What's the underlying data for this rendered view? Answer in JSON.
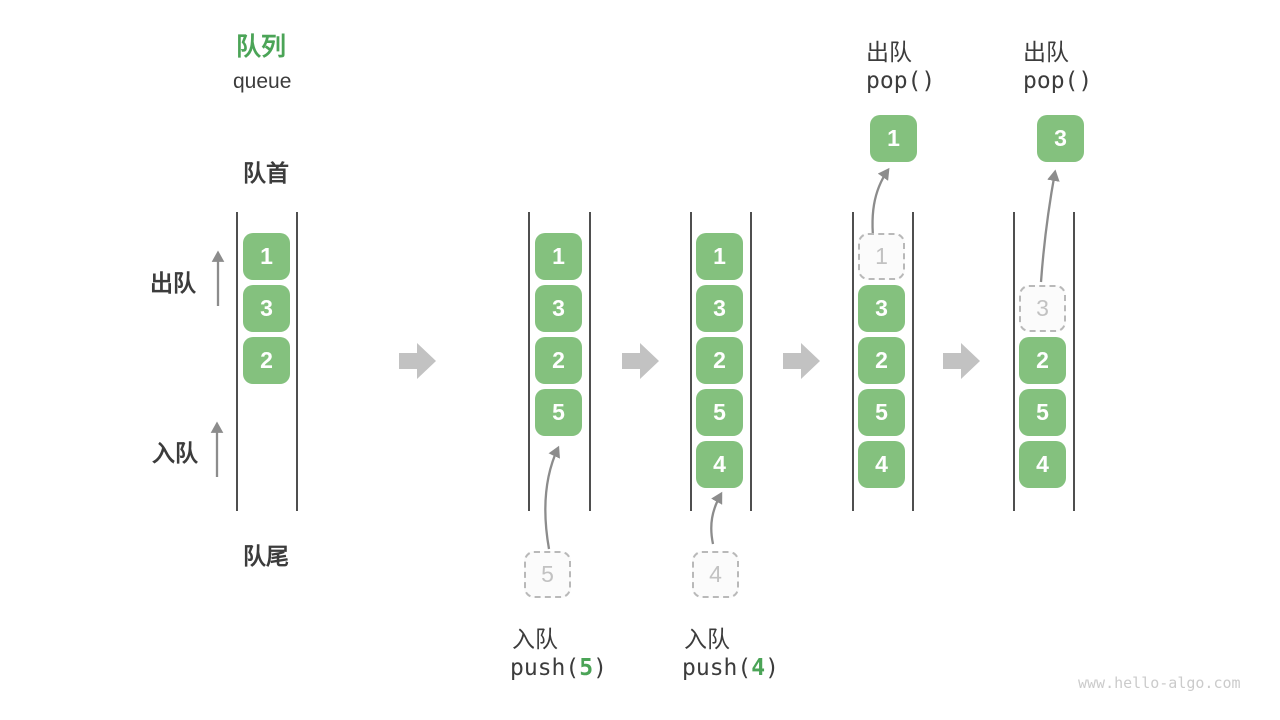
{
  "title": {
    "zh": "队列",
    "en": "queue"
  },
  "labels": {
    "front": "队首",
    "rear": "队尾",
    "dequeue_side": "出队",
    "enqueue_side": "入队"
  },
  "watermark": "www.hello-algo.com",
  "colors": {
    "green_box": "#84c17e",
    "green_accent": "#4ba457",
    "thin_arrow_gray": "#8c8c8c",
    "block_arrow_gray": "#c2c2c2",
    "text_dark": "#3c3c3c",
    "ghost_border": "#b9b9b9",
    "ghost_text": "#c2c2c2",
    "channel_line": "#4f4f4f"
  },
  "queues": [
    {
      "name": "initial",
      "slots": [
        {
          "v": "1"
        },
        {
          "v": "3"
        },
        {
          "v": "2"
        }
      ]
    },
    {
      "name": "after-push-5",
      "slots": [
        {
          "v": "1"
        },
        {
          "v": "3"
        },
        {
          "v": "2"
        },
        {
          "v": "5"
        }
      ],
      "ghost": {
        "v": "5"
      },
      "op": {
        "action": "入队",
        "call_pre": "push(",
        "arg": "5",
        "call_post": ")"
      }
    },
    {
      "name": "after-push-4",
      "slots": [
        {
          "v": "1"
        },
        {
          "v": "3"
        },
        {
          "v": "2"
        },
        {
          "v": "5"
        },
        {
          "v": "4"
        }
      ],
      "ghost": {
        "v": "4"
      },
      "op": {
        "action": "入队",
        "call_pre": "push(",
        "arg": "4",
        "call_post": ")"
      }
    },
    {
      "name": "pop-1",
      "ghost": {
        "v": "1"
      },
      "slots": [
        {
          "v": "3"
        },
        {
          "v": "2"
        },
        {
          "v": "5"
        },
        {
          "v": "4"
        }
      ],
      "popped": "1",
      "op": {
        "action": "出队",
        "call": "pop()"
      }
    },
    {
      "name": "pop-3",
      "ghost": {
        "v": "3"
      },
      "slots": [
        {
          "v": "2"
        },
        {
          "v": "5"
        },
        {
          "v": "4"
        }
      ],
      "popped": "3",
      "op": {
        "action": "出队",
        "call": "pop()"
      }
    }
  ]
}
